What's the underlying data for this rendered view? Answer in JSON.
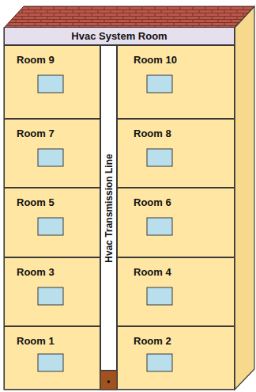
{
  "diagram": {
    "nodes": [
      {
        "text": [
          "Hvac System Room"
        ]
      },
      {
        "text": [
          "Room 9"
        ]
      },
      {
        "text": [
          "Room 10"
        ]
      },
      {
        "text": [
          "Room 7"
        ]
      },
      {
        "text": [
          "Room 8"
        ]
      },
      {
        "text": [
          "Room 5"
        ]
      },
      {
        "text": [
          "Room 6"
        ]
      },
      {
        "text": [
          "Room 3"
        ]
      },
      {
        "text": [
          "Room 4"
        ]
      },
      {
        "text": [
          "Room 1"
        ]
      },
      {
        "text": [
          "Room 2"
        ]
      },
      {
        "text": [
          "Hvac Transmission Line"
        ]
      }
    ]
  }
}
